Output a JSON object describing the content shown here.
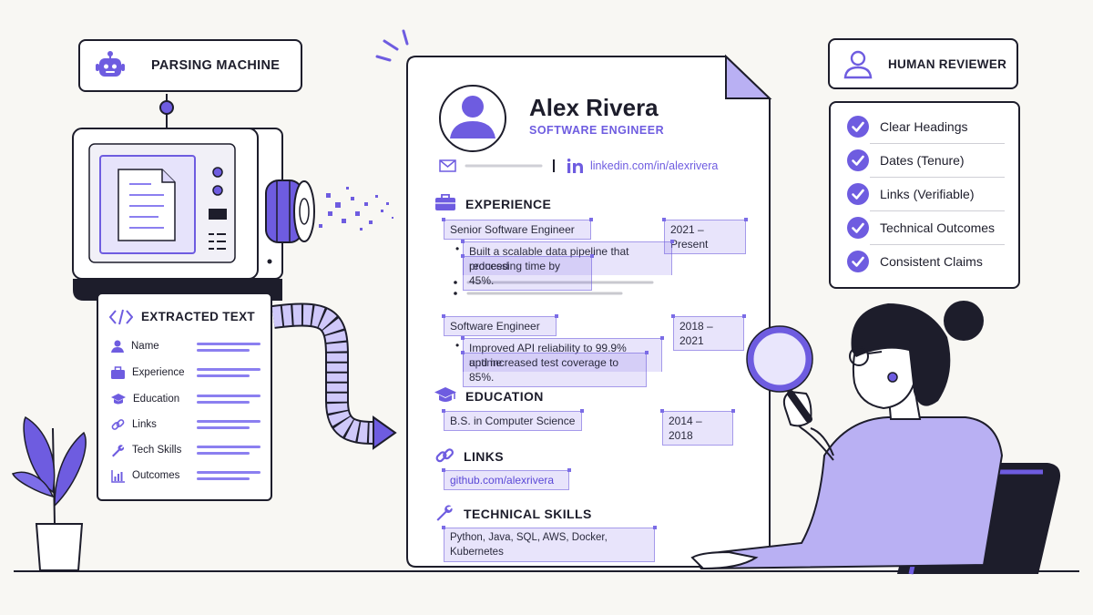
{
  "machine": {
    "title": "PARSING MACHINE"
  },
  "extracted": {
    "title": "EXTRACTED TEXT",
    "items": [
      {
        "label": "Name",
        "icon": "person-icon"
      },
      {
        "label": "Experience",
        "icon": "briefcase-icon"
      },
      {
        "label": "Education",
        "icon": "graduation-cap-icon"
      },
      {
        "label": "Links",
        "icon": "link-icon"
      },
      {
        "label": "Tech Skills",
        "icon": "wrench-icon"
      },
      {
        "label": "Outcomes",
        "icon": "bar-chart-icon"
      }
    ]
  },
  "resume": {
    "name": "Alex Rivera",
    "role": "SOFTWARE ENGINEER",
    "linkedin": "linkedin.com/in/alexrivera",
    "experience_title": "EXPERIENCE",
    "jobs": [
      {
        "title": "Senior Software Engineer",
        "dates": "2021 – Present",
        "bullet_line1": "Built a scalable data pipeline that reduced",
        "bullet_line2": "processing time by 45%."
      },
      {
        "title": "Software Engineer",
        "dates": "2018 – 2021",
        "bullet_line1": "Improved API reliability to 99.9% uptime",
        "bullet_line2": "and increased test coverage to 85%."
      }
    ],
    "education_title": "EDUCATION",
    "degree": "B.S. in Computer Science",
    "degree_dates": "2014 – 2018",
    "links_title": "LINKS",
    "github": "github.com/alexrivera",
    "skills_title": "TECHNICAL SKILLS",
    "skills": "Python, Java, SQL, AWS, Docker, Kubernetes"
  },
  "reviewer": {
    "title": "HUMAN REVIEWER",
    "checklist": [
      "Clear Headings",
      "Dates (Tenure)",
      "Links (Verifiable)",
      "Technical Outcomes",
      "Consistent Claims"
    ]
  },
  "colors": {
    "accent": "#6e5ce0",
    "accent_light": "#b9b0f3",
    "ink": "#1d1d2b",
    "background": "#f8f7f3"
  }
}
